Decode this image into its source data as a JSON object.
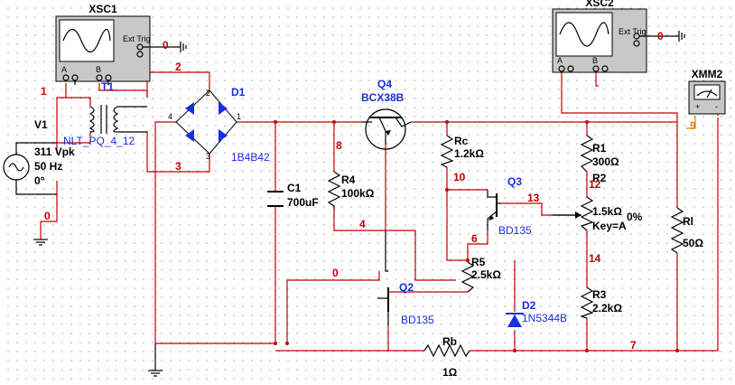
{
  "instruments": {
    "xsc1": {
      "ref": "XSC1",
      "ext_trig": "Ext Trig",
      "a": "A",
      "b": "B",
      "ground_net": "0"
    },
    "xsc2": {
      "ref": "XSC2",
      "ext_trig": "Ext Trig",
      "a": "A",
      "b": "B",
      "ground_net": "0"
    },
    "xmm2": {
      "ref": "XMM2",
      "plus": "+",
      "minus": "-"
    }
  },
  "components": {
    "v1": {
      "ref": "V1",
      "value": "311 Vpk",
      "freq": "50 Hz",
      "phase": "0°"
    },
    "t1": {
      "ref": "T1",
      "model": "NLT_PQ_4_12"
    },
    "d1": {
      "ref": "D1",
      "model": "1B4B42",
      "pin1": "1",
      "pin2": "2",
      "pin3": "3",
      "pin4": "4"
    },
    "c1": {
      "ref": "C1",
      "value": "700uF"
    },
    "r4": {
      "ref": "R4",
      "value": "100kΩ"
    },
    "q4": {
      "ref": "Q4",
      "model": "BCX38B"
    },
    "rc": {
      "ref": "Rc",
      "value": "1.2kΩ"
    },
    "q3": {
      "ref": "Q3",
      "model": "BD135"
    },
    "r5": {
      "ref": "R5",
      "value": "2.5kΩ"
    },
    "q2": {
      "ref": "Q2",
      "model": "BD135"
    },
    "d2": {
      "ref": "D2",
      "model": "1N5344B"
    },
    "rb": {
      "ref": "Rb",
      "value": "1Ω"
    },
    "r1": {
      "ref": "R1",
      "value": "300Ω"
    },
    "r2": {
      "ref": "R2",
      "value": "1.5kΩ",
      "percent": "0%",
      "key": "Key=A"
    },
    "r3": {
      "ref": "R3",
      "value": "2.2kΩ"
    },
    "rl": {
      "ref": "Rl",
      "value": "50Ω"
    }
  },
  "nets": [
    "1",
    "2",
    "3",
    "0",
    "8",
    "4",
    "10",
    "13",
    "6",
    "0",
    "12",
    "14",
    "7",
    "9"
  ]
}
